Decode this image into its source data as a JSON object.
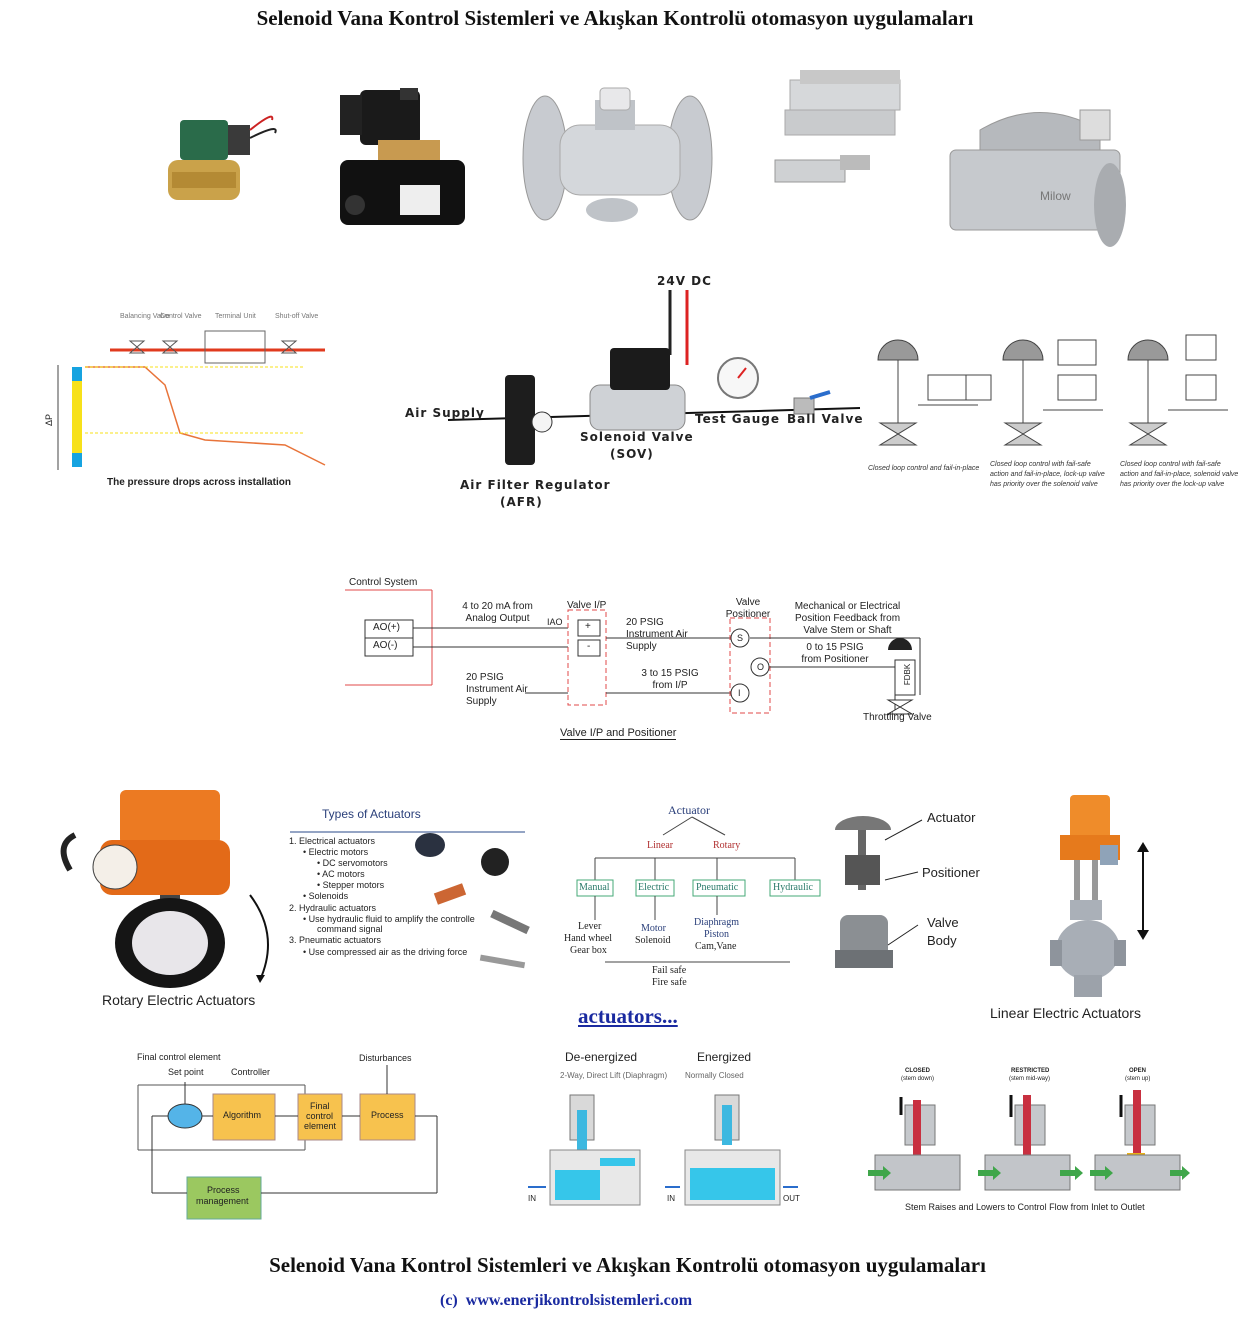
{
  "header": {
    "title": "Selenoid  Vana Kontrol Sistemleri ve Akışkan Kontrolü otomasyon uygulamaları"
  },
  "pressure_chart": {
    "top_labels": [
      "Balancing Valve",
      "Control Valve",
      "Terminal Unit",
      "Shut-off Valve"
    ],
    "ylabel": "ΔP",
    "caption": "The pressure drops across installation"
  },
  "sov_diagram": {
    "voltage": "24V DC",
    "air_supply": "Air Supply",
    "solenoid_valve": "Solenoid Valve",
    "sov_abbr": "(SOV)",
    "test_gauge": "Test Gauge",
    "ball_valve": "Ball Valve",
    "afr": "Air Filter Regulator",
    "afr_abbr": "(AFR)"
  },
  "failsafe_captions": [
    "Closed loop control and fail-in-place",
    "Closed loop control with fail-safe action and fail-in-place, lock-up valve has priority over the solenoid valve",
    "Closed loop control with fail-safe action and fail-in-place, solenoid valve has priority over the lock-up valve"
  ],
  "positioner": {
    "control_system": "Control System",
    "ao_plus": "AO(+)",
    "ao_minus": "AO(-)",
    "analog": "4 to 20 mA from Analog Output",
    "iao": "IAO",
    "valve_ip": "Valve I/P",
    "plus": "+",
    "minus": "-",
    "supply1": "20 PSIG Instrument Air Supply",
    "supply2": "20 PSIG Instrument Air Supply",
    "from_ip": "3 to 15 PSIG from I/P",
    "valve_positioner": "Valve Positioner",
    "s": "S",
    "o": "O",
    "i": "I",
    "feedback": "Mechanical or Electrical Position Feedback from Valve Stem or Shaft",
    "from_pos": "0 to 15 PSIG from Positioner",
    "fdbk": "FDBK",
    "throttling": "Throttling Valve",
    "caption": "Valve I/P and Positioner"
  },
  "rotary_caption": "Rotary Electric Actuators",
  "types": {
    "title": "Types of Actuators",
    "items": [
      "1.  Electrical actuators",
      "•  Electric motors",
      "•  DC servomotors",
      "•  AC motors",
      "•  Stepper motors",
      "•  Solenoids",
      "2.  Hydraulic actuators",
      "•  Use hydraulic fluid to amplify the controlle",
      "command signal",
      "3.  Pneumatic actuators",
      "•  Use compressed air as the driving force"
    ]
  },
  "tree": {
    "root": "Actuator",
    "linear": "Linear",
    "rotary": "Rotary",
    "manual": "Manual",
    "electric": "Electric",
    "pneumatic": "Pneumatic",
    "hydraulic": "Hydraulic",
    "manual_sub": [
      "Lever",
      "Hand wheel",
      "Gear box"
    ],
    "electric_sub": [
      "Motor",
      "Solenoid"
    ],
    "pneumatic_sub": [
      "Diaphragm",
      "Piston",
      "Cam,Vane"
    ],
    "bottom": [
      "Fail safe",
      "Fire safe"
    ]
  },
  "parts": {
    "actuator": "Actuator",
    "positioner": "Positioner",
    "valve": "Valve",
    "body": "Body"
  },
  "linear_caption": "Linear Electric Actuators",
  "actuators_link": "actuators...",
  "control_loop": {
    "final": "Final control element",
    "setpoint": "Set point",
    "controller": "Controller",
    "disturbances": "Disturbances",
    "algorithm": "Algorithm",
    "fce": [
      "Final",
      "control",
      "element"
    ],
    "process": "Process",
    "pm": [
      "Process",
      "management"
    ]
  },
  "solenoid_states": {
    "deenergized": "De-energized",
    "energized": "Energized",
    "sub1": "2-Way, Direct Lift (Diaphragm)",
    "sub2": "Normally Closed",
    "in": "IN",
    "out": "OUT"
  },
  "stem_states": {
    "closed": "CLOSED",
    "closed_sub": "(stem down)",
    "restricted": "RESTRICTED",
    "restricted_sub": "(stem mid-way)",
    "open": "OPEN",
    "open_sub": "(stem up)",
    "caption": "Stem Raises and Lowers to Control Flow from Inlet to Outlet"
  },
  "footer": {
    "title": "Selenoid  Vana Kontrol Sistemleri ve Akışkan Kontrolü otomasyon uygulamaları",
    "copyright": "(c)",
    "url": "www.enerjikontrolsistemleri.com"
  },
  "colors": {
    "link": "#1a2aa0",
    "accent_red": "#e03a1e",
    "orange": "#f07a20",
    "yellow": "#f6c04a",
    "green_box": "#9bc860",
    "water": "#36c6ea"
  }
}
